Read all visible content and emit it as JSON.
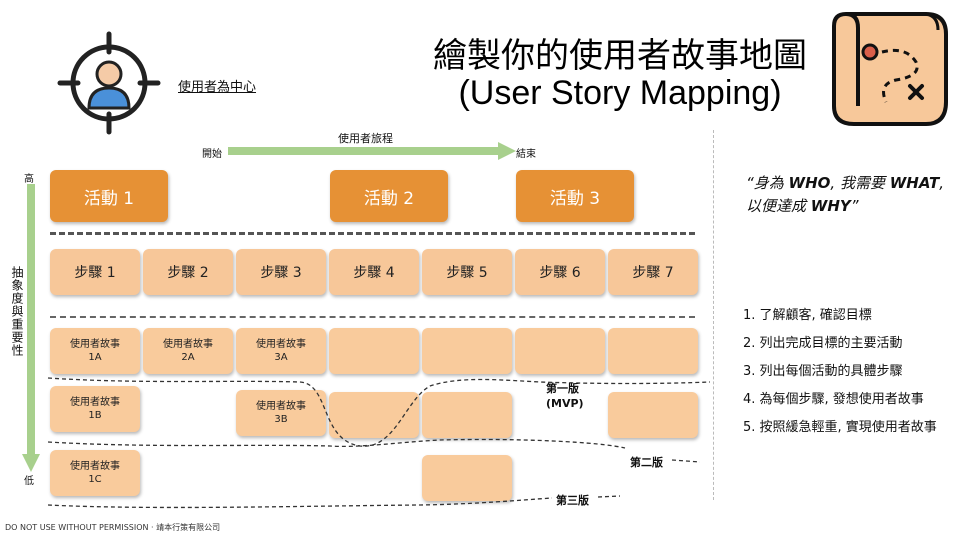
{
  "title": {
    "line1": "繪製你的使用者故事地圖",
    "line2": "(User Story Mapping)"
  },
  "user_center_label": "使用者為中心",
  "journey": {
    "label": "使用者旅程",
    "start": "開始",
    "end": "結束"
  },
  "importance_axis": {
    "label": "抽象度與重要性",
    "high": "高",
    "low": "低"
  },
  "activities": [
    "活動 1",
    "活動 2",
    "活動 3"
  ],
  "steps": [
    "步驟 1",
    "步驟 2",
    "步驟 3",
    "步驟 4",
    "步驟 5",
    "步驟 6",
    "步驟 7"
  ],
  "stories": {
    "s1a": [
      "使用者故事",
      "1A"
    ],
    "s2a": [
      "使用者故事",
      "2A"
    ],
    "s3a": [
      "使用者故事",
      "3A"
    ],
    "s1b": [
      "使用者故事",
      "1B"
    ],
    "s3b": [
      "使用者故事",
      "3B"
    ],
    "s1c": [
      "使用者故事",
      "1C"
    ]
  },
  "releases": {
    "first": "第一版",
    "first_sub": "(MVP)",
    "second": "第二版",
    "third": "第三版"
  },
  "quote": {
    "open": "“身為 ",
    "who": "WHO",
    "mid1": ", 我需要 ",
    "what": "WHAT",
    "mid2": ", 以便達成 ",
    "why": "WHY",
    "close": "”"
  },
  "steps_list": [
    "1. 了解顧客, 確認目標",
    "2. 列出完成目標的主要活動",
    "3. 列出每個活動的具體步驟",
    "4. 為每個步驟, 發想使用者故事",
    "5. 按照緩急輕重, 實現使用者故事"
  ],
  "footer": "DO NOT USE WITHOUT PERMISSION · 靖本行策有限公司",
  "colors": {
    "activity": "#E69135",
    "step": "#F7C799",
    "story": "#F9CB9C",
    "arrow": "#A8D08D",
    "icon_blue": "#4A90D9"
  },
  "icons": [
    "user-target-icon",
    "treasure-map-icon"
  ]
}
